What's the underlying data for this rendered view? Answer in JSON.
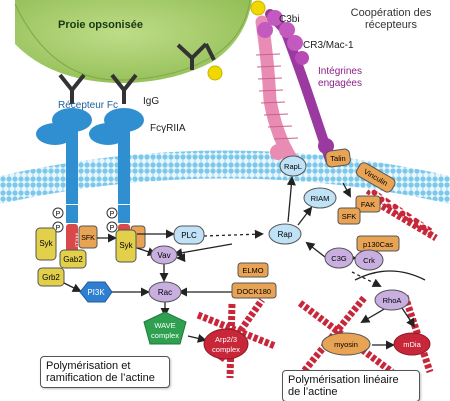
{
  "labels": {
    "prey": "Proie opsonisée",
    "cooperation_line1": "Coopération des",
    "cooperation_line2": "récepteurs",
    "c3bi": "C3bi",
    "cr3": "CR3/Mac-1",
    "integrins_line1": "Intégrines",
    "integrins_line2": "engagées",
    "fc_receptor": "Récepteur Fc",
    "igg": "IgG",
    "fcgr": "FcγRIIA"
  },
  "nodes": {
    "p": "P",
    "itam": "ITAM",
    "sfk": "SFK",
    "syk": "Syk",
    "gab2": "Gab2",
    "grb2": "Grb2",
    "pi3k": "PI3K",
    "plc": "PLC",
    "vav": "Vav",
    "rac": "Rac",
    "wave_line1": "WAVE",
    "wave_line2": "complex",
    "arp_line1": "Arp2/3",
    "arp_line2": "complex",
    "elmo": "ELMO",
    "dock180": "DOCK180",
    "rap": "Rap",
    "rapl": "RapL",
    "riam": "RIAM",
    "talin": "Talin",
    "vinculin": "Vinculin",
    "fak": "FAK",
    "p130cas": "p130Cas",
    "c3g": "C3G",
    "crk": "Crk",
    "rhoa": "RhoA",
    "myosin": "myosin",
    "mdia": "mDia"
  },
  "boxes": {
    "branched_line1": "Polymérisation et",
    "branched_line2": "ramification de l’actine",
    "linear_line1": "Polymérisation linéaire",
    "linear_line2": "de l’actine"
  },
  "colors": {
    "prey": "#a8cd6e",
    "receptor": "#2f8fd0",
    "membrane": "#8fd3ee",
    "integrin": "#e88cb3",
    "node_yellow": "#e2cf4a",
    "node_blue": "#bfe2f7",
    "node_orange": "#e8a354",
    "node_purple": "#c9aee0",
    "wave_green": "#2fa050",
    "actin_red": "#c8273a",
    "c3bi_yellow": "#f0d800"
  }
}
